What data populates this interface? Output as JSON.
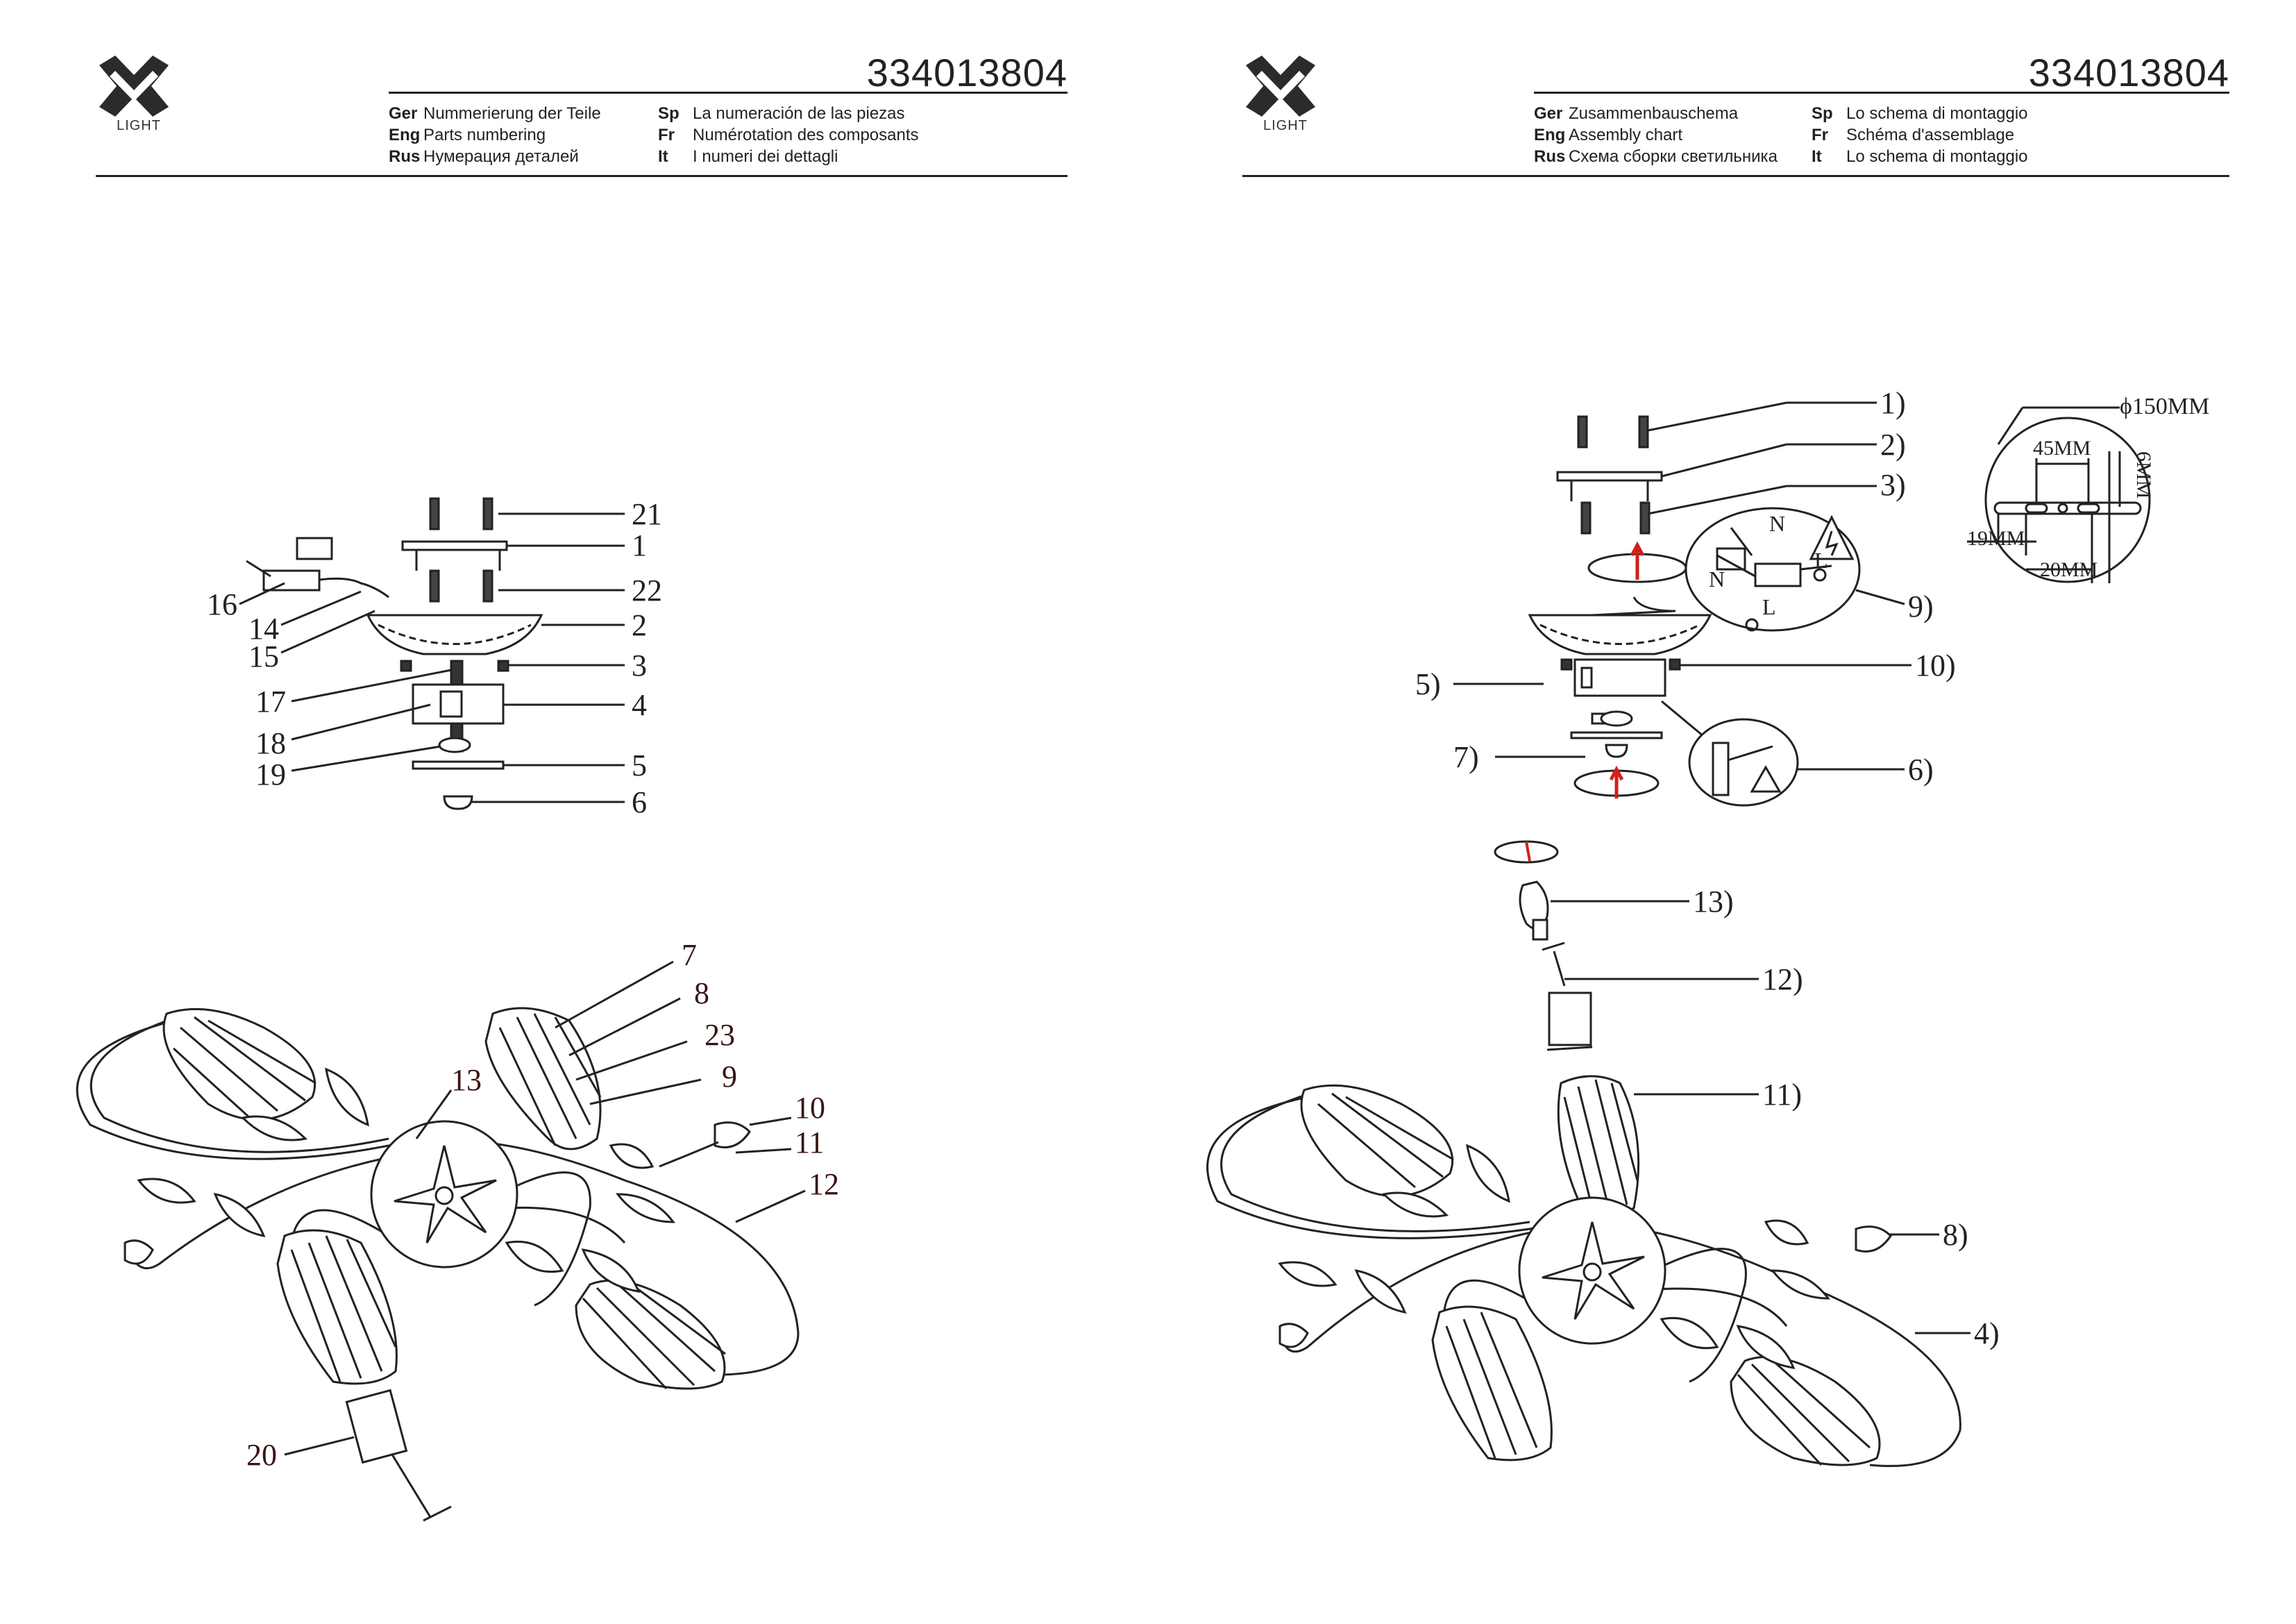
{
  "left_page": {
    "doc_number": "334013804",
    "logo_text": "LIGHT",
    "legend": [
      {
        "code": "Ger",
        "text": "Nummerierung der Teile"
      },
      {
        "code": "Eng",
        "text": "Parts numbering"
      },
      {
        "code": "Rus",
        "text": "Нумерация деталей"
      },
      {
        "code": "Sp",
        "text": "La numeración de las piezas"
      },
      {
        "code": "Fr",
        "text": "Numérotation des composants"
      },
      {
        "code": "It",
        "text": "I numeri dei dettagli"
      }
    ],
    "labels": [
      "21",
      "1",
      "22",
      "2",
      "3",
      "4",
      "5",
      "6",
      "16",
      "14",
      "15",
      "17",
      "18",
      "19",
      "7",
      "8",
      "23",
      "9",
      "13",
      "10",
      "11",
      "12",
      "20"
    ]
  },
  "right_page": {
    "doc_number": "334013804",
    "logo_text": "LIGHT",
    "legend": [
      {
        "code": "Ger",
        "text": "Zusammenbauschema"
      },
      {
        "code": "Eng",
        "text": "Assembly chart"
      },
      {
        "code": "Rus",
        "text": "Схема сборки светильника"
      },
      {
        "code": "Sp",
        "text": "Lo schema di montaggio"
      },
      {
        "code": "Fr",
        "text": "Schéma d'assemblage"
      },
      {
        "code": "It",
        "text": "Lo schema di montaggio"
      }
    ],
    "labels": [
      "1)",
      "2)",
      "3)",
      "9)",
      "10)",
      "5)",
      "7)",
      "6)",
      "13)",
      "12)",
      "11)",
      "8)",
      "4)"
    ],
    "wire_labels": {
      "n1": "N",
      "l1": "L",
      "n2": "N",
      "l2": "L"
    },
    "dimensions": {
      "diameter": "ϕ150MM",
      "d45": "45MM",
      "d6": "6MM",
      "d19": "19MM",
      "d20": "20MM"
    }
  }
}
